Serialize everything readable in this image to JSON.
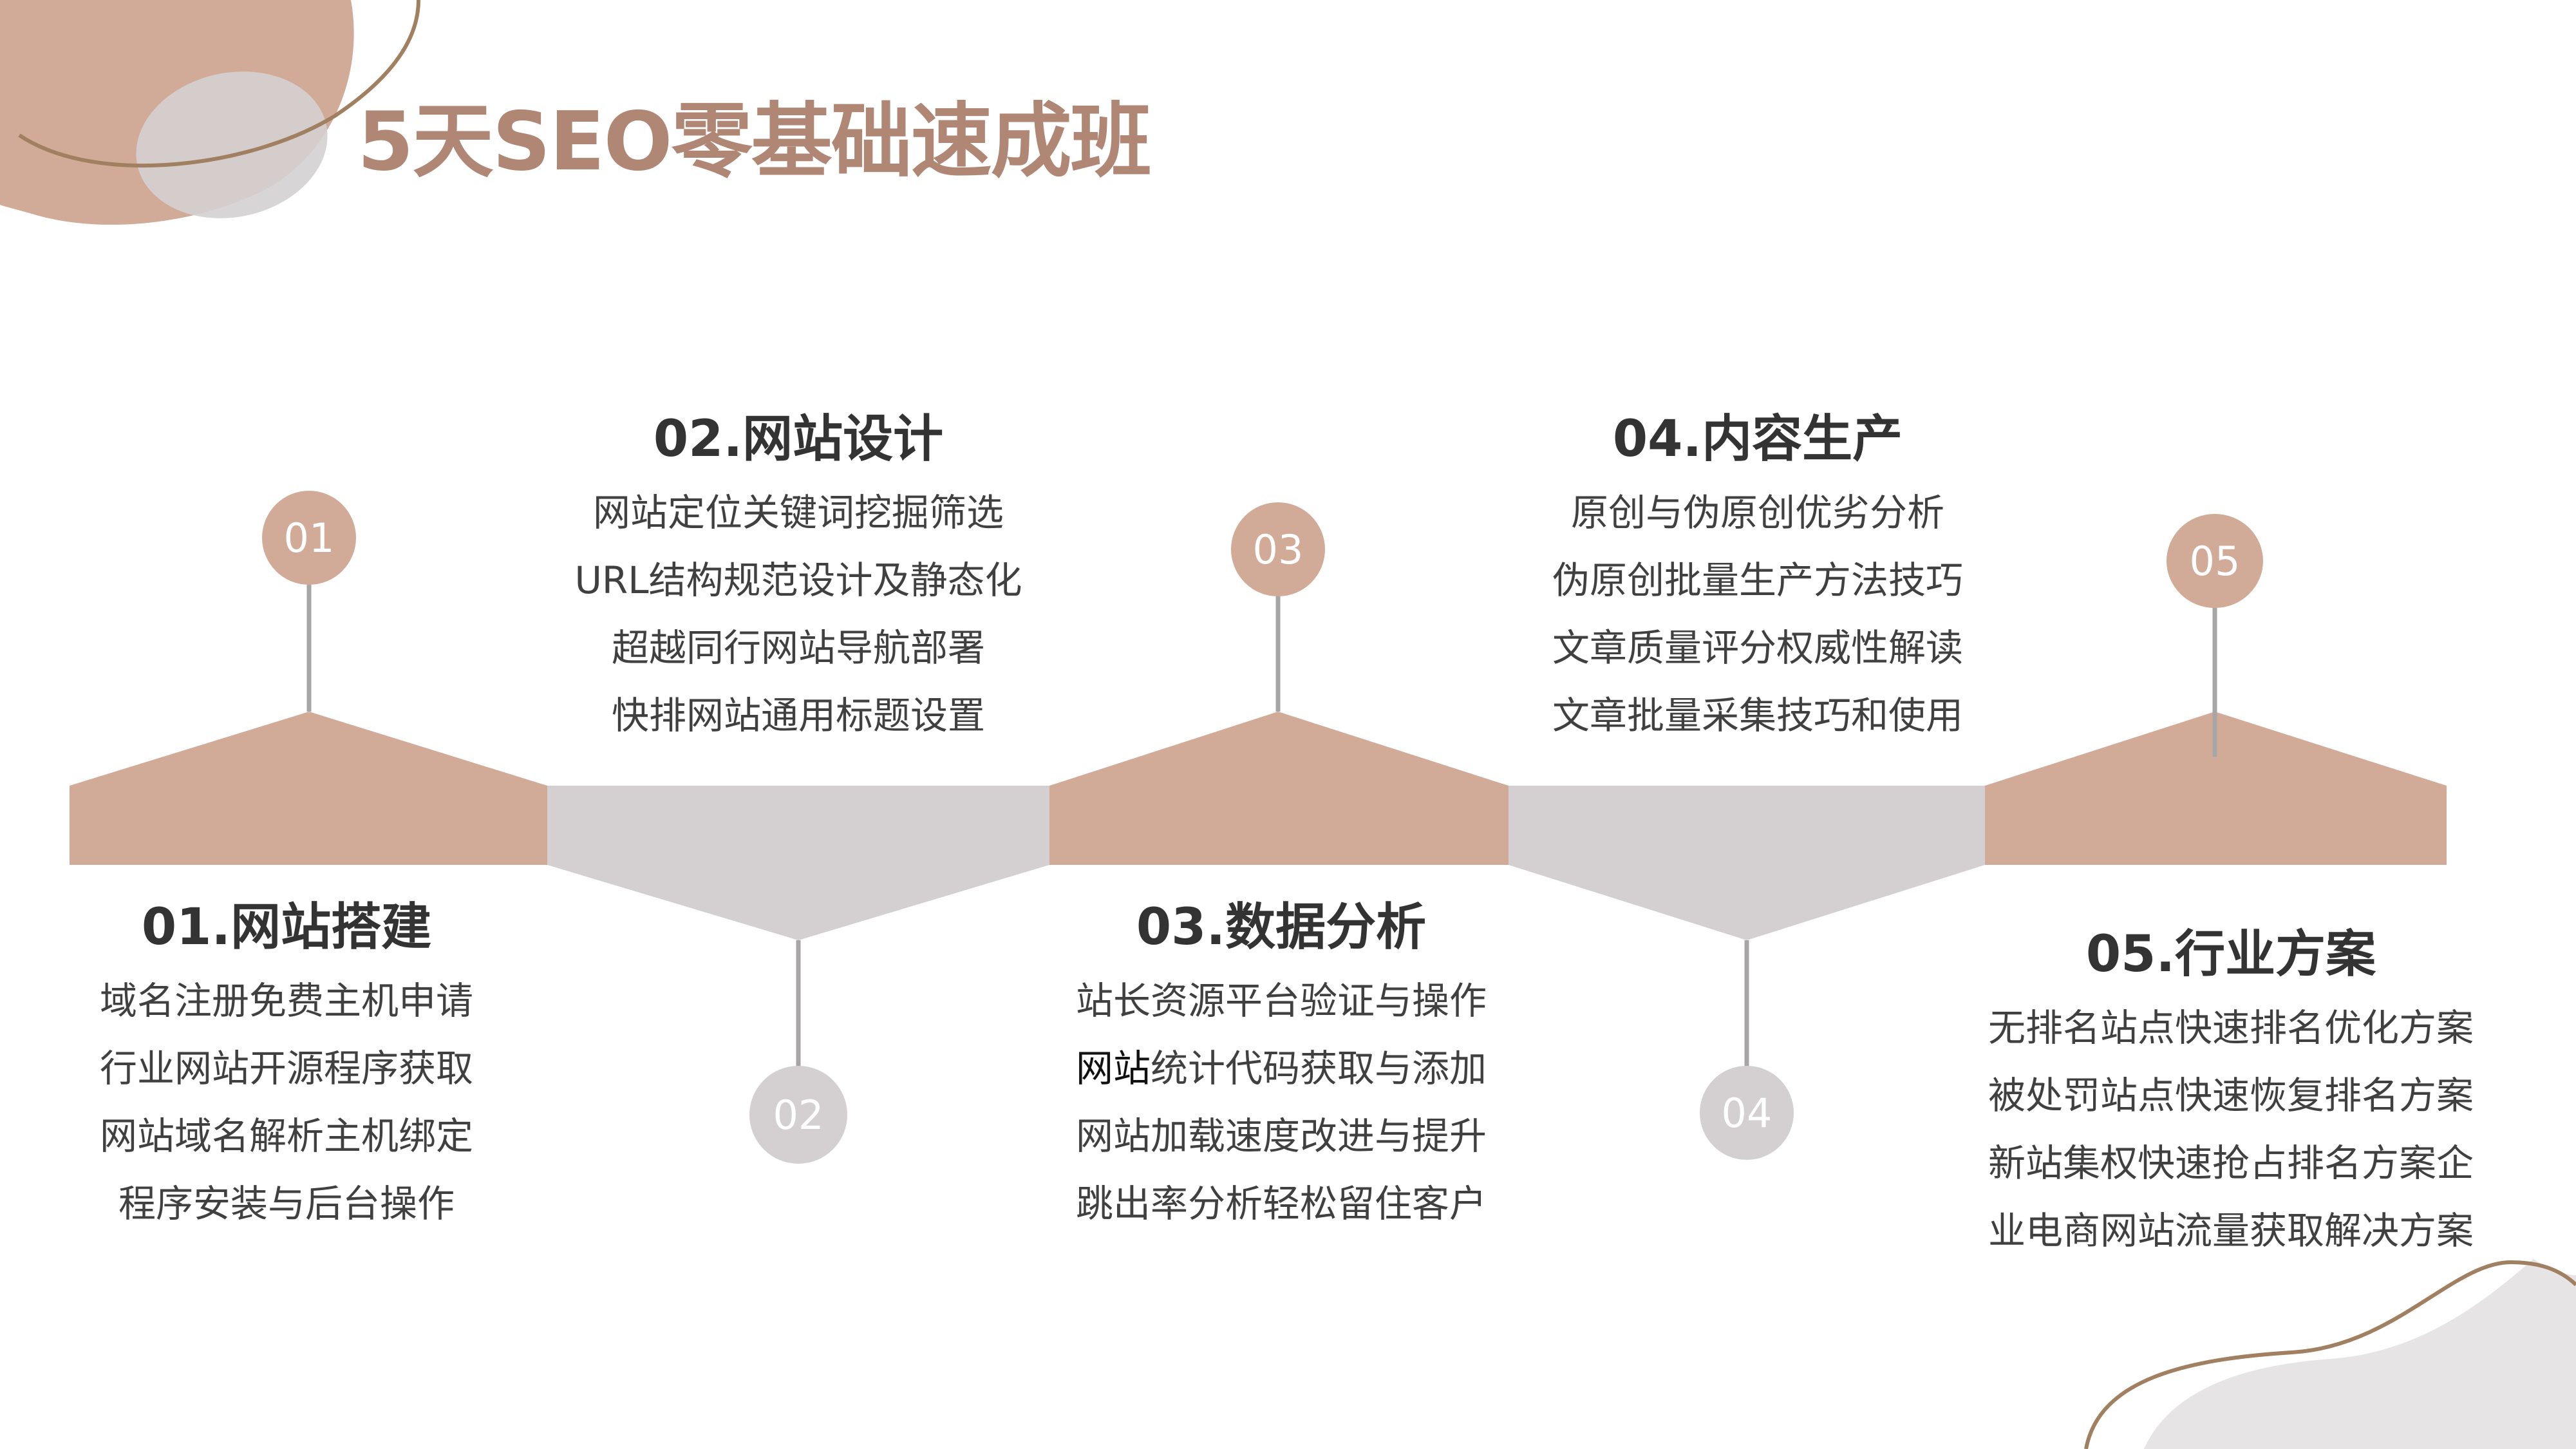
{
  "title": "5天SEO零基础速成班",
  "colors": {
    "tan": "#d1ab98",
    "grey": "#d4d0d1",
    "line": "#a7a5a5",
    "text": "#404040",
    "title": "#b08675"
  },
  "steps": [
    {
      "num": "01",
      "heading": "01.网站搭建",
      "items": [
        "域名注册免费主机申请",
        "行业网站开源程序获取",
        "网站域名解析主机绑定",
        "程序安装与后台操作"
      ]
    },
    {
      "num": "02",
      "heading": "02.网站设计",
      "items": [
        "网站定位关键词挖掘筛选",
        "URL结构规范设计及静态化",
        "超越同行网站导航部署",
        "快排网站通用标题设置"
      ]
    },
    {
      "num": "03",
      "heading": "03.数据分析",
      "items": [
        "站长资源平台验证与操作",
        "统计代码获取与添加",
        "网站加载速度改进与提升",
        "跳出率分析轻松留住客户"
      ],
      "item2_prefix": "网站"
    },
    {
      "num": "04",
      "heading": "04.内容生产",
      "items": [
        "原创与伪原创优劣分析",
        "伪原创批量生产方法技巧",
        "文章质量评分权威性解读",
        "文章批量采集技巧和使用"
      ]
    },
    {
      "num": "05",
      "heading": "05.行业方案",
      "items": [
        "无排名站点快速排名优化方案",
        "被处罚站点快速恢复排名方案",
        "新站集权快速抢占排名方案企",
        "业电商网站流量获取解决方案"
      ]
    }
  ]
}
